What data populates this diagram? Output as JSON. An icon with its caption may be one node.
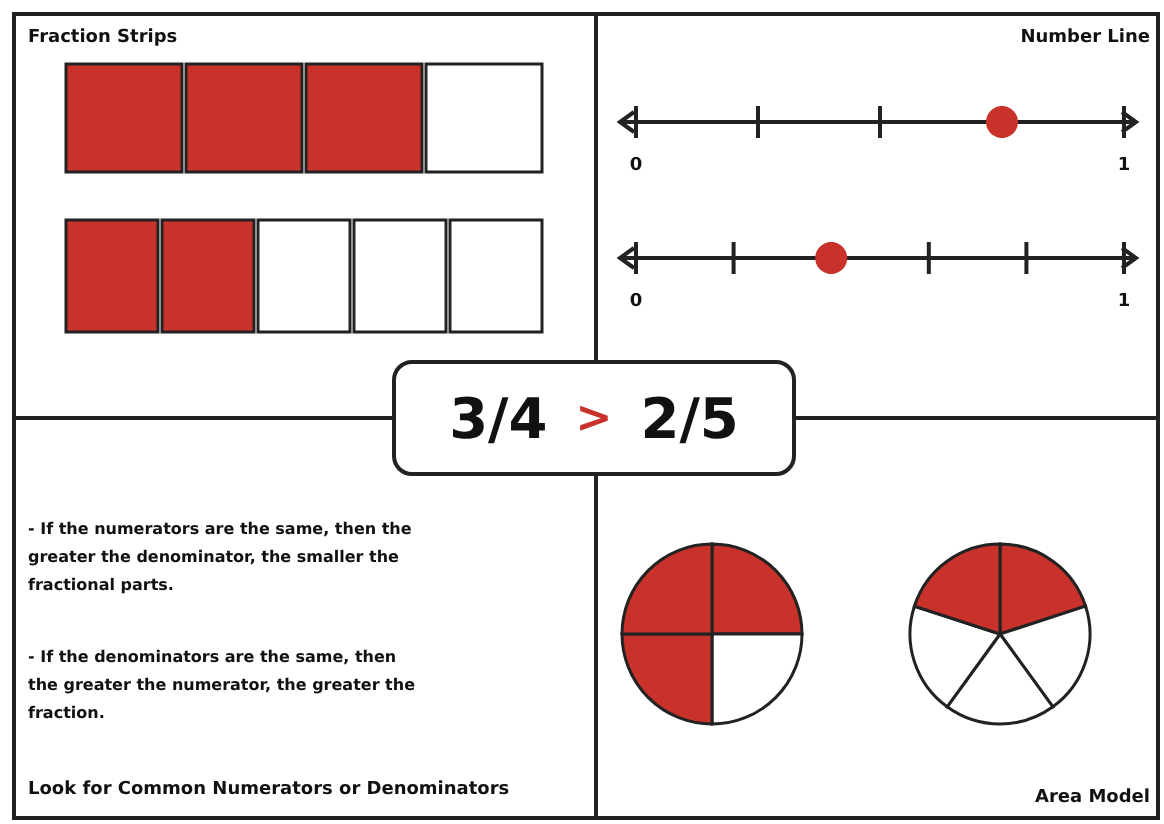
{
  "diagram": {
    "nodes": [
      {
        "text": [
          "Fraction Strips"
        ]
      },
      {
        "text": [
          "Number Line"
        ]
      },
      {
        "text": [
          "- If the numerators are the same, then the greater the denominator, the smaller the fractional parts.",
          "- If the denominators are the same, then the greater the numerator, the greater the fraction.",
          "Look for Common Numerators or Denominators"
        ]
      },
      {
        "text": [
          "Area Model"
        ]
      },
      {
        "text": [
          "3/4",
          ">",
          "2/5"
        ]
      }
    ],
    "labels": [
      "0",
      "1",
      "0",
      "1"
    ]
  }
}
